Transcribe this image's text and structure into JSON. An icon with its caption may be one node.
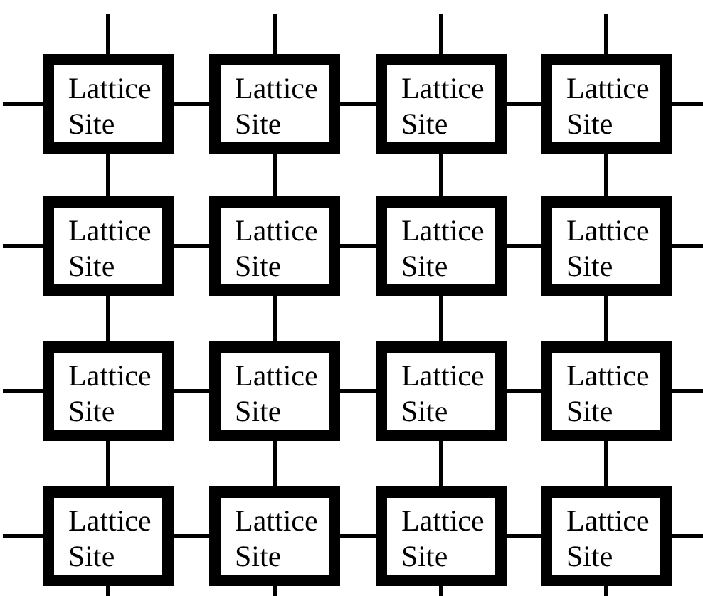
{
  "diagram": {
    "nodes": [
      {
        "text": [
          "Lattice Site"
        ]
      },
      {
        "text": [
          "Lattice Site"
        ]
      },
      {
        "text": [
          "Lattice Site"
        ]
      },
      {
        "text": [
          "Lattice Site"
        ]
      },
      {
        "text": [
          "Lattice Site"
        ]
      },
      {
        "text": [
          "Lattice Site"
        ]
      },
      {
        "text": [
          "Lattice Site"
        ]
      },
      {
        "text": [
          "Lattice Site"
        ]
      },
      {
        "text": [
          "Lattice Site"
        ]
      },
      {
        "text": [
          "Lattice Site"
        ]
      },
      {
        "text": [
          "Lattice Site"
        ]
      },
      {
        "text": [
          "Lattice Site"
        ]
      },
      {
        "text": [
          "Lattice Site"
        ]
      },
      {
        "text": [
          "Lattice Site"
        ]
      },
      {
        "text": [
          "Lattice Site"
        ]
      },
      {
        "text": [
          "Lattice Site"
        ]
      }
    ],
    "edges": [
      {
        "from": 0,
        "to": 1,
        "arrow": "none"
      },
      {
        "from": 1,
        "to": 2,
        "arrow": "none"
      },
      {
        "from": 2,
        "to": 3,
        "arrow": "none"
      },
      {
        "from": 4,
        "to": 5,
        "arrow": "none"
      },
      {
        "from": 5,
        "to": 6,
        "arrow": "none"
      },
      {
        "from": 6,
        "to": 7,
        "arrow": "none"
      },
      {
        "from": 8,
        "to": 9,
        "arrow": "none"
      },
      {
        "from": 9,
        "to": 10,
        "arrow": "none"
      },
      {
        "from": 10,
        "to": 11,
        "arrow": "none"
      },
      {
        "from": 12,
        "to": 13,
        "arrow": "none"
      },
      {
        "from": 13,
        "to": 14,
        "arrow": "none"
      },
      {
        "from": 14,
        "to": 15,
        "arrow": "none"
      },
      {
        "from": 0,
        "to": 4,
        "arrow": "none"
      },
      {
        "from": 1,
        "to": 5,
        "arrow": "none"
      },
      {
        "from": 2,
        "to": 6,
        "arrow": "none"
      },
      {
        "from": 3,
        "to": 7,
        "arrow": "none"
      },
      {
        "from": 4,
        "to": 8,
        "arrow": "none"
      },
      {
        "from": 5,
        "to": 9,
        "arrow": "none"
      },
      {
        "from": 6,
        "to": 10,
        "arrow": "none"
      },
      {
        "from": 7,
        "to": 11,
        "arrow": "none"
      },
      {
        "from": 8,
        "to": 12,
        "arrow": "none"
      },
      {
        "from": 9,
        "to": 13,
        "arrow": "none"
      },
      {
        "from": 10,
        "to": 14,
        "arrow": "none"
      },
      {
        "from": 11,
        "to": 15,
        "arrow": "none"
      },
      {
        "from": null,
        "to": 0,
        "arrow": "none"
      },
      {
        "from": null,
        "to": 1,
        "arrow": "none"
      },
      {
        "from": null,
        "to": 2,
        "arrow": "none"
      },
      {
        "from": null,
        "to": 3,
        "arrow": "none"
      },
      {
        "from": null,
        "to": 12,
        "arrow": "none"
      },
      {
        "from": null,
        "to": 13,
        "arrow": "none"
      },
      {
        "from": null,
        "to": 14,
        "arrow": "none"
      },
      {
        "from": null,
        "to": 15,
        "arrow": "none"
      },
      {
        "from": null,
        "to": 0,
        "arrow": "none"
      },
      {
        "from": null,
        "to": 4,
        "arrow": "none"
      },
      {
        "from": null,
        "to": 8,
        "arrow": "none"
      },
      {
        "from": null,
        "to": 12,
        "arrow": "none"
      },
      {
        "from": null,
        "to": 3,
        "arrow": "none"
      },
      {
        "from": null,
        "to": 7,
        "arrow": "none"
      },
      {
        "from": null,
        "to": 11,
        "arrow": "none"
      },
      {
        "from": null,
        "to": 15,
        "arrow": "none"
      }
    ]
  }
}
